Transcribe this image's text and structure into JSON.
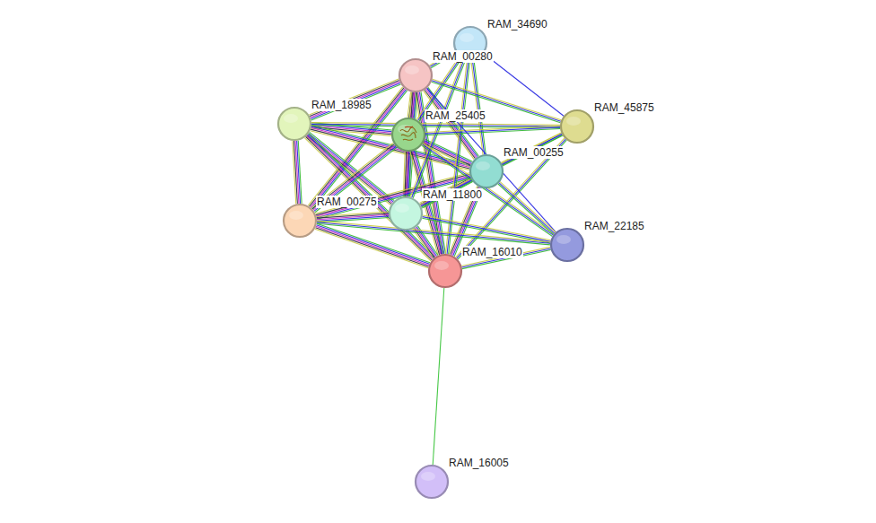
{
  "diagram": {
    "nodes": [
      {
        "text": [
          "RAM_34690"
        ]
      },
      {
        "text": [
          "RAM_00280"
        ]
      },
      {
        "text": [
          "RAM_18985"
        ]
      },
      {
        "text": [
          "RAM_25405"
        ]
      },
      {
        "text": [
          "RAM_45875"
        ]
      },
      {
        "text": [
          "RAM_00255"
        ]
      },
      {
        "text": [
          "RAM_11800"
        ]
      },
      {
        "text": [
          "RAM_00275"
        ]
      },
      {
        "text": [
          "RAM_22185"
        ]
      },
      {
        "text": [
          "RAM_16010"
        ]
      },
      {
        "text": [
          "RAM_16005"
        ]
      }
    ],
    "edges": [
      {
        "from": 1,
        "to": 2,
        "arrow": "none"
      },
      {
        "from": 1,
        "to": 3,
        "arrow": "none"
      },
      {
        "from": 1,
        "to": 5,
        "arrow": "none"
      },
      {
        "from": 1,
        "to": 6,
        "arrow": "none"
      },
      {
        "from": 1,
        "to": 7,
        "arrow": "none"
      },
      {
        "from": 1,
        "to": 9,
        "arrow": "none"
      },
      {
        "from": 2,
        "to": 3,
        "arrow": "none"
      },
      {
        "from": 2,
        "to": 5,
        "arrow": "none"
      },
      {
        "from": 2,
        "to": 6,
        "arrow": "none"
      },
      {
        "from": 2,
        "to": 7,
        "arrow": "none"
      },
      {
        "from": 2,
        "to": 9,
        "arrow": "none"
      },
      {
        "from": 3,
        "to": 5,
        "arrow": "none"
      },
      {
        "from": 3,
        "to": 6,
        "arrow": "none"
      },
      {
        "from": 3,
        "to": 7,
        "arrow": "none"
      },
      {
        "from": 3,
        "to": 9,
        "arrow": "none"
      },
      {
        "from": 5,
        "to": 6,
        "arrow": "none"
      },
      {
        "from": 5,
        "to": 7,
        "arrow": "none"
      },
      {
        "from": 5,
        "to": 9,
        "arrow": "none"
      },
      {
        "from": 6,
        "to": 7,
        "arrow": "none"
      },
      {
        "from": 6,
        "to": 9,
        "arrow": "none"
      },
      {
        "from": 7,
        "to": 9,
        "arrow": "none"
      },
      {
        "from": 0,
        "to": 1,
        "arrow": "none"
      },
      {
        "from": 0,
        "to": 3,
        "arrow": "none"
      },
      {
        "from": 0,
        "to": 5,
        "arrow": "none"
      },
      {
        "from": 0,
        "to": 6,
        "arrow": "none"
      },
      {
        "from": 0,
        "to": 9,
        "arrow": "none"
      },
      {
        "from": 0,
        "to": 4,
        "arrow": "none"
      },
      {
        "from": 4,
        "to": 1,
        "arrow": "none"
      },
      {
        "from": 4,
        "to": 2,
        "arrow": "none"
      },
      {
        "from": 4,
        "to": 3,
        "arrow": "none"
      },
      {
        "from": 4,
        "to": 5,
        "arrow": "none"
      },
      {
        "from": 4,
        "to": 6,
        "arrow": "none"
      },
      {
        "from": 4,
        "to": 9,
        "arrow": "none"
      },
      {
        "from": 8,
        "to": 1,
        "arrow": "none"
      },
      {
        "from": 8,
        "to": 3,
        "arrow": "none"
      },
      {
        "from": 8,
        "to": 5,
        "arrow": "none"
      },
      {
        "from": 8,
        "to": 6,
        "arrow": "none"
      },
      {
        "from": 8,
        "to": 7,
        "arrow": "none"
      },
      {
        "from": 8,
        "to": 9,
        "arrow": "none"
      },
      {
        "from": 9,
        "to": 10,
        "arrow": "none"
      }
    ]
  }
}
